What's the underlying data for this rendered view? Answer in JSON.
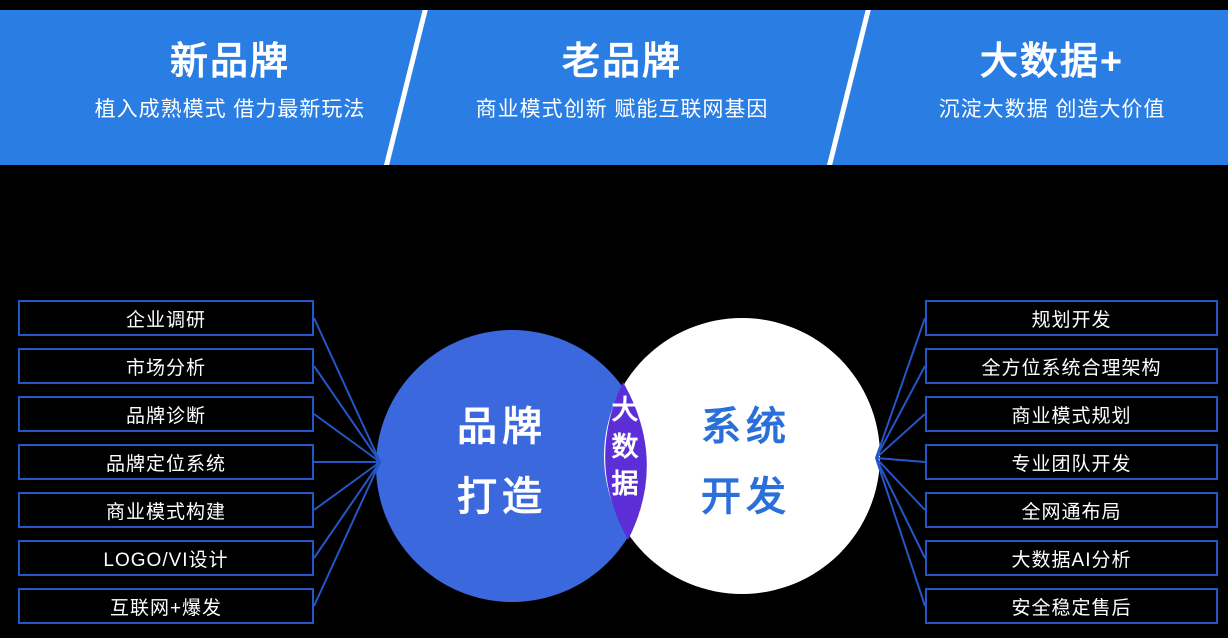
{
  "banner": {
    "sections": [
      {
        "title": "新品牌",
        "subtitle": "植入成熟模式 借力最新玩法"
      },
      {
        "title": "老品牌",
        "subtitle": "商业模式创新 赋能互联网基因"
      },
      {
        "title": "大数据+",
        "subtitle": "沉淀大数据 创造大价值"
      }
    ]
  },
  "venn": {
    "left_circle": {
      "line1": "品牌",
      "line2": "打造"
    },
    "right_circle": {
      "line1": "系统",
      "line2": "开发"
    },
    "center": {
      "chars": "大数据"
    }
  },
  "left_items": [
    "企业调研",
    "市场分析",
    "品牌诊断",
    "品牌定位系统",
    "商业模式构建",
    "LOGO/VI设计",
    "互联网+爆发"
  ],
  "right_items": [
    "规划开发",
    "全方位系统合理架构",
    "商业模式规划",
    "专业团队开发",
    "全网通布局",
    "大数据AI分析",
    "安全稳定售后"
  ],
  "colors": {
    "banner-blue": "#2a7de2",
    "circle-blue": "#3b69dd",
    "lens-purple": "#5b2ed8",
    "connector-blue": "#2456c8",
    "right-text-blue": "#2b6fd9"
  }
}
